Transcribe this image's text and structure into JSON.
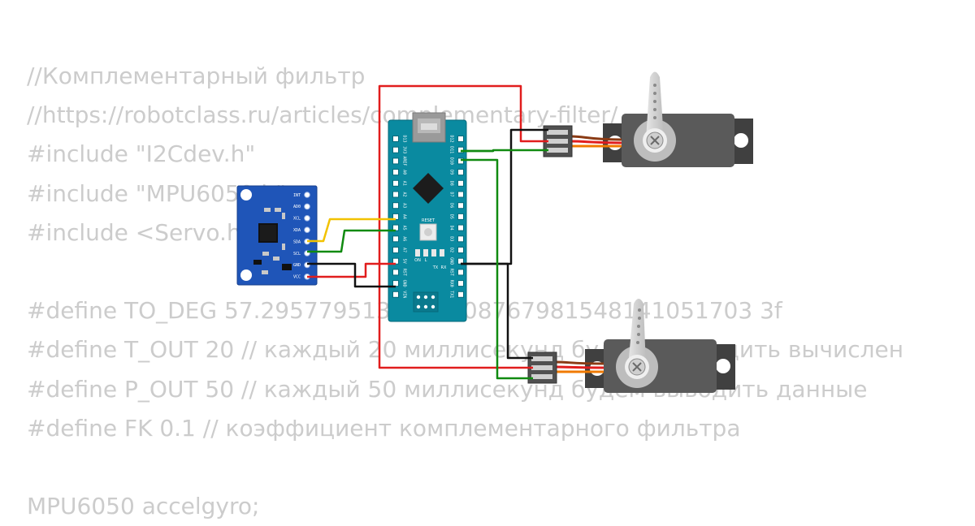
{
  "code_lines": [
    "//Комплементарный фильтр",
    "//https://robotclass.ru/articles/complementary-filter/",
    "#include \"I2Cdev.h\"",
    "#include \"MPU6050.h\"",
    "#include <Servo.h>",
    "",
    "#define TO_DEG 57.2957795130823208767981548141051703 3f",
    "#define T_OUT 20 // каждый 20 миллисекунд будем проводить вычислен",
    "#define P_OUT 50 // каждый 50 миллисекунд будем выводить данные",
    "#define FK 0.1 // коэффициент комплементарного фильтра",
    "",
    "MPU6050 accelgyro;"
  ],
  "mpu_pins": [
    "INT",
    "AD0",
    "XCL",
    "XDA",
    "SDA",
    "SCL",
    "GND",
    "VCC"
  ],
  "nano_left_pins": [
    "D13",
    "3V3",
    "AREF",
    "A0",
    "A1",
    "A2",
    "A3",
    "A4",
    "A5",
    "A6",
    "A7",
    "5V",
    "RST",
    "GND",
    "VIN"
  ],
  "nano_right_pins": [
    "D12",
    "D11",
    "D10",
    "D9",
    "D8",
    "D7",
    "D6",
    "D5",
    "D4",
    "D3",
    "D2",
    "GND",
    "RST",
    "RX0",
    "TX1"
  ],
  "nano_labels": {
    "reset": "RESET",
    "on": "ON",
    "l": "L",
    "tx": "TX",
    "rx": "RX"
  },
  "colors": {
    "board_nano": "#0a8aa0",
    "board_mpu": "#1f55b8",
    "servo_body": "#555555",
    "wire_red": "#e11d1d",
    "wire_black": "#111111",
    "wire_green": "#108a10",
    "wire_yellow": "#f2c200",
    "servo_orange": "#f07a00",
    "servo_brown": "#8a3a14"
  }
}
